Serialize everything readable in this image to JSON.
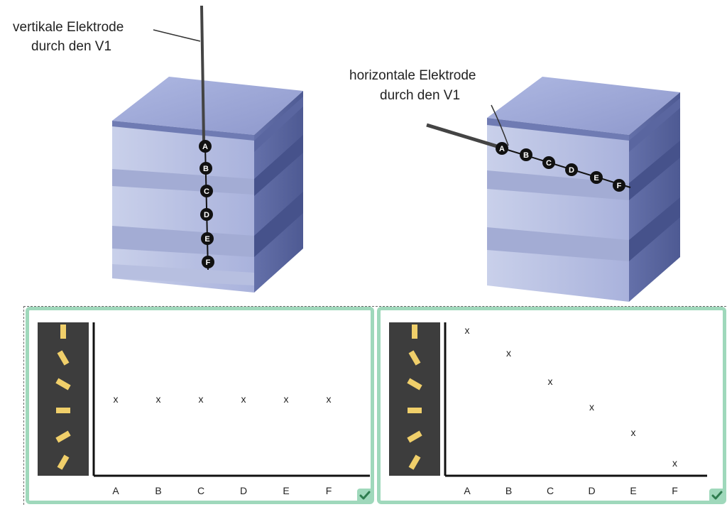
{
  "left_diagram": {
    "label_line1": "vertikale Elektrode",
    "label_line2": "durch den V1",
    "electrode_points": [
      "A",
      "B",
      "C",
      "D",
      "E",
      "F"
    ]
  },
  "right_diagram": {
    "label_line1": "horizontale Elektrode",
    "label_line2": "durch den V1",
    "electrode_points": [
      "A",
      "B",
      "C",
      "D",
      "E",
      "F"
    ]
  },
  "answer_cards": [
    {
      "selected": true,
      "chart_data": {
        "type": "scatter",
        "categories": [
          "A",
          "B",
          "C",
          "D",
          "E",
          "F"
        ],
        "marker": "x",
        "values": [
          3,
          3,
          3,
          3,
          3,
          3
        ],
        "ylim": [
          0,
          6
        ],
        "orientation_bars_deg": [
          0,
          -60,
          -30,
          0,
          30,
          60
        ]
      }
    },
    {
      "selected": true,
      "chart_data": {
        "type": "scatter",
        "categories": [
          "A",
          "B",
          "C",
          "D",
          "E",
          "F"
        ],
        "marker": "x",
        "values": [
          5.7,
          4.8,
          3.7,
          2.7,
          1.7,
          0.5
        ],
        "ylim": [
          0,
          6
        ],
        "orientation_bars_deg": [
          0,
          -60,
          -30,
          0,
          30,
          60
        ]
      }
    }
  ],
  "colors": {
    "card_border": "#9fd8bb",
    "check": "#2e7d4f",
    "orientation_panel": "#3d3d3d",
    "orientation_bar": "#f0cf6a"
  }
}
